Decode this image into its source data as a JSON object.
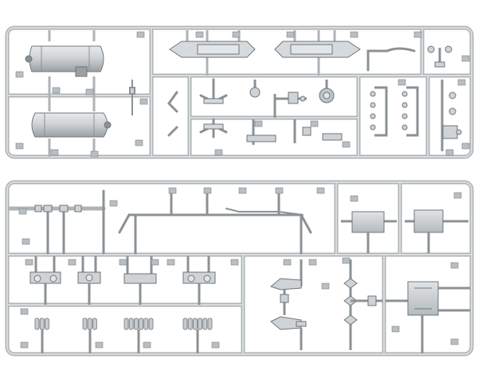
{
  "image": {
    "subject": "model-kit-sprue-sheet",
    "colors": {
      "background": "#ffffff",
      "plastic": "#cfd3d5",
      "plastic_light": "#e3e6e8",
      "plastic_dark": "#9fa5a9",
      "outline": "#6f767b",
      "tag": "#b9bec1"
    }
  },
  "sprues": [
    {
      "name": "upper-sprue",
      "parts": [
        "fuel-tank",
        "fuel-tank",
        "track-guard",
        "track-guard",
        "lever",
        "lever",
        "wheel",
        "bracket",
        "bracket",
        "bracket",
        "hook",
        "lamp",
        "mount",
        "mount"
      ]
    },
    {
      "name": "lower-sprue",
      "parts": [
        "tow-rod",
        "tow-rod",
        "clamp-bar",
        "clamp-bar",
        "clamp-bar",
        "clamp-bar",
        "spring-set",
        "spring-set",
        "spring-set",
        "spring-set",
        "hinge-arm",
        "hinge-arm",
        "hinge-arm",
        "hinge-arm",
        "box-panel",
        "box-panel",
        "fitting"
      ]
    }
  ]
}
